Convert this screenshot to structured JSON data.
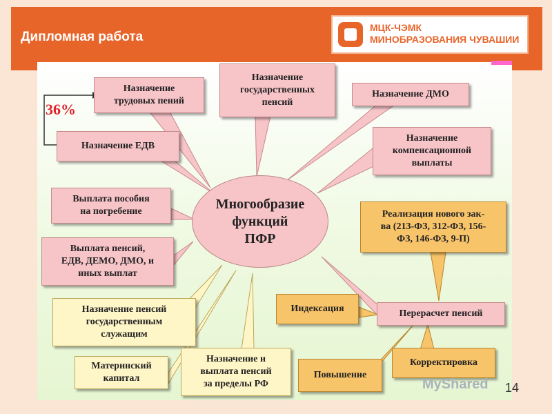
{
  "header": {
    "title": "Дипломная работа"
  },
  "logo": {
    "line1": "МЦК-ЧЭМК",
    "line2": "МИНОБРАЗОВАНИЯ ЧУВАШИИ"
  },
  "diagram": {
    "center": "Многообразие\nфункций\nПФР",
    "percent": "36%",
    "nodes": {
      "labor_pensions": "Назначение\nтрудовых пений",
      "state_pensions": "Назначение\nгосударственных\nпенсий",
      "dmo": "Назначение ДМО",
      "edv": "Назначение ЕДВ",
      "compensation": "Назначение\nкомпенсационной\nвыплаты",
      "burial": "Выплата пособия\nна погребение",
      "payments": "Выплата пенсий,\nЕДВ, ДЕМО, ДМО, и\nиных выплат",
      "civil_servants": "Назначение пенсий\nгосударственным\nслужащим",
      "maternal": "Материнский\nкапитал",
      "abroad": "Назначение и\nвыплата пенсий\nза пределы РФ",
      "new_law": "Реализация нового зак-\nва (213-ФЗ, 312-ФЗ, 156-\nФЗ, 146-ФЗ, 9-П)",
      "recalc": "Перерасчет пенсий",
      "indexation": "Индексация",
      "increase": "Повышение",
      "correction": "Корректировка"
    }
  },
  "footer": {
    "page_number": "14",
    "watermark": "MyShared"
  },
  "colors": {
    "header": "#e8652a",
    "pink": "#f7c4c8",
    "yellow": "#fff6c8",
    "orange": "#f8c46a",
    "percent": "#e0202a"
  }
}
